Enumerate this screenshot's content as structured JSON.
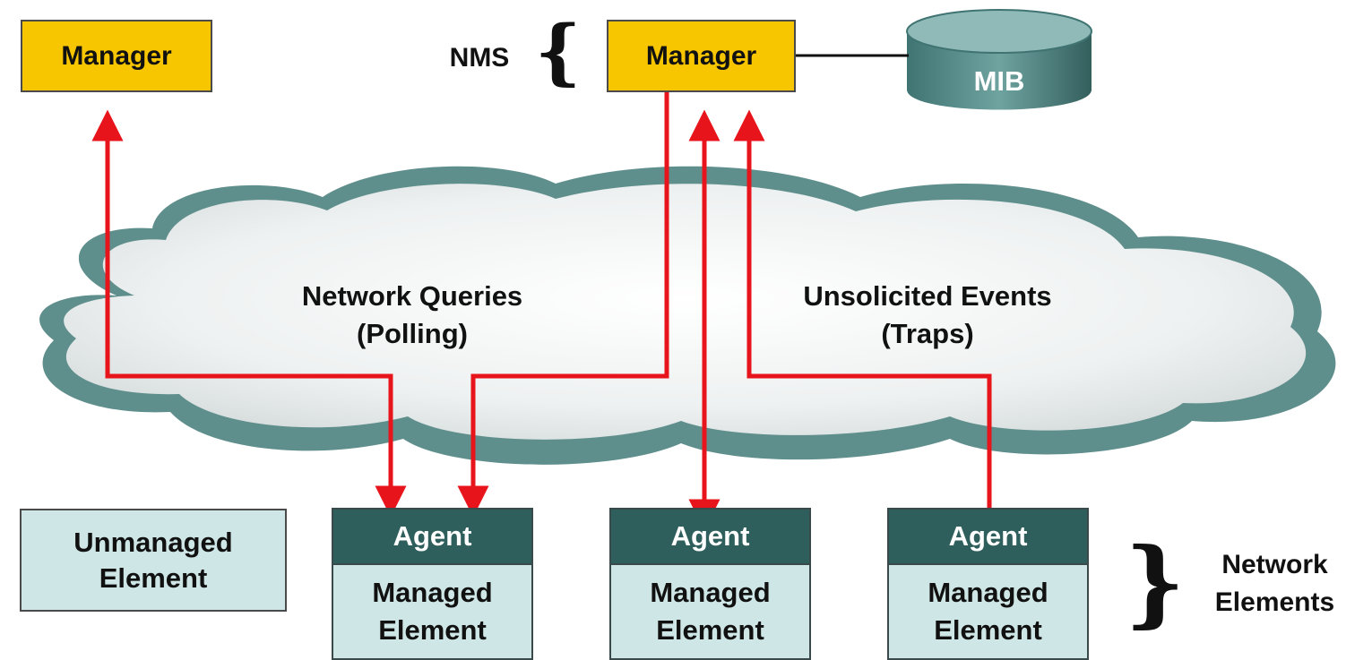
{
  "managers": [
    {
      "label": "Manager"
    },
    {
      "label": "Manager"
    }
  ],
  "nms_label": "NMS",
  "mib_label": "MIB",
  "cloud_labels": {
    "polling": "Network Queries\n(Polling)",
    "traps": "Unsolicited Events\n(Traps)"
  },
  "unmanaged_element": "Unmanaged\nElement",
  "managed_elements": [
    {
      "agent": "Agent",
      "label": "Managed\nElement"
    },
    {
      "agent": "Agent",
      "label": "Managed\nElement"
    },
    {
      "agent": "Agent",
      "label": "Managed\nElement"
    }
  ],
  "network_elements_label": "Network\nElements",
  "colors": {
    "manager_fill": "#f7c600",
    "element_fill": "#cfe6e6",
    "agent_fill": "#2f5f5c",
    "arrow": "#e8141b",
    "cloud_edge": "#5f8f8c",
    "mib_fill": "#4f8583"
  }
}
